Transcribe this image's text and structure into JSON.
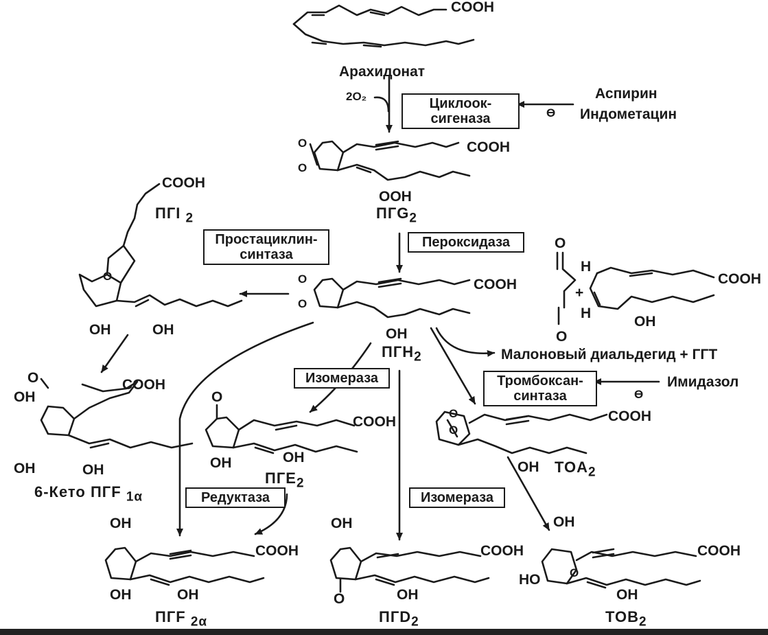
{
  "compounds": {
    "arachidonate": "Арахидонат",
    "pgg2": "ПГG",
    "pgg2_sub": "2",
    "pgi2": "ПГI",
    "pgi2_sub": "2",
    "pgh2": "ПГH",
    "pgh2_sub": "2",
    "keto": "6-Кето ПГF",
    "keto_sub": "1α",
    "pge2": "ПГE",
    "pge2_sub": "2",
    "toa2": "TOA",
    "toa2_sub": "2",
    "pgf2a": "ПГF",
    "pgf2a_sub": "2α",
    "pgd2": "ПГD",
    "pgd2_sub": "2",
    "tob2": "TOB",
    "tob2_sub": "2"
  },
  "enzymes": {
    "cyclooxygenase_l1": "Циклоок-",
    "cyclooxygenase_l2": "сигеназа",
    "peroxidase": "Пероксидаза",
    "prostacyclin_l1": "Простациклин-",
    "prostacyclin_l2": "синтаза",
    "isomerase_e": "Изомераза",
    "isomerase_d": "Изомераза",
    "reductase": "Редуктаза",
    "thromboxane_l1": "Тромбоксан-",
    "thromboxane_l2": "синтаза"
  },
  "inhibitors": {
    "aspirin": "Аспирин",
    "indomethacin": "Индометацин",
    "imidazole": "Имидазол",
    "inhibit_sign": "ϴ"
  },
  "products": {
    "malondialdehyde": "Малоновый диальдегид + ГГТ",
    "plus": "+"
  },
  "groups": {
    "cooh": "COOH",
    "oh": "OH",
    "ooh": "OOH",
    "ho": "HO",
    "o": "O",
    "h": "H",
    "o2": "2O₂"
  }
}
